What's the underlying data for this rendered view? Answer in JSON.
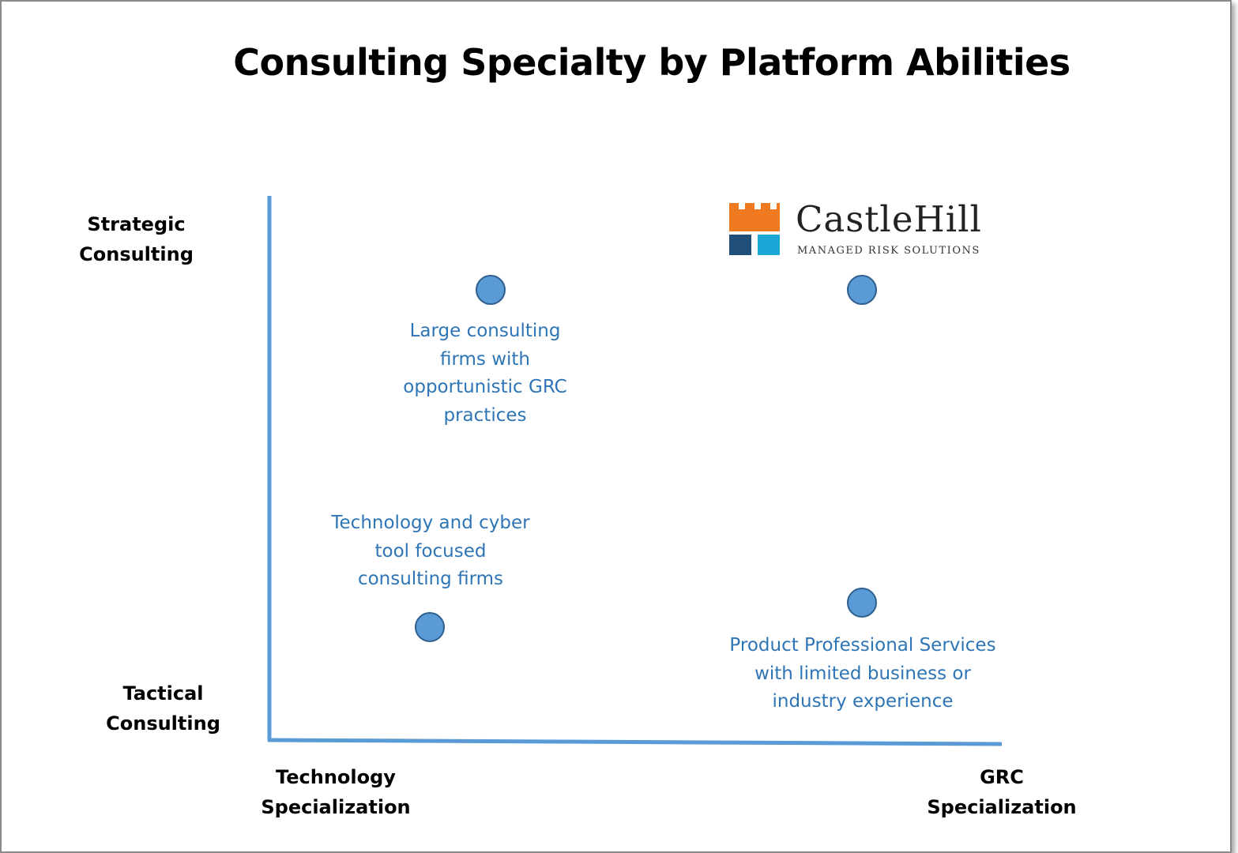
{
  "title": "Consulting Specialty by Platform Abilities",
  "y_axis": {
    "top_label": [
      "Strategic",
      "Consulting"
    ],
    "bottom_label": [
      "Tactical",
      "Consulting"
    ]
  },
  "x_axis": {
    "left_label": [
      "Technology",
      "Specialization"
    ],
    "right_label": [
      "GRC",
      "Specialization"
    ]
  },
  "quadrants": {
    "top_left": [
      "Large consulting",
      "firms with",
      "opportunistic GRC",
      "practices"
    ],
    "bottom_left": [
      "Technology and cyber",
      "tool focused",
      "consulting firms"
    ],
    "bottom_right": [
      "Product Professional Services",
      "with limited business or",
      "industry experience"
    ]
  },
  "logo": {
    "name": "CastleHill",
    "tagline": "MANAGED RISK SOLUTIONS",
    "colors": {
      "orange": "#f07a22",
      "navy": "#1f4e79",
      "cyan": "#1aa7d6"
    }
  },
  "colors": {
    "axis": "#5b9bd5",
    "dot_fill": "#5b9bd5",
    "quadrant_text": "#2e75b6"
  }
}
